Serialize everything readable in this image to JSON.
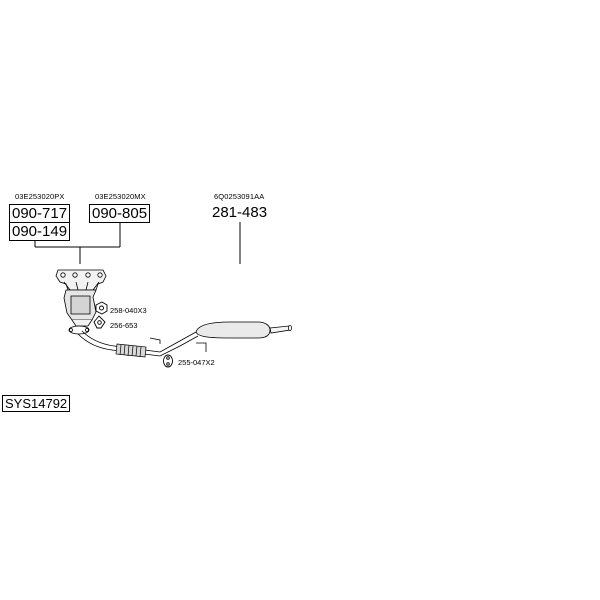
{
  "oem_codes": {
    "left": "03E253020PX",
    "middle": "03E253020MX",
    "right": "6Q0253091AA"
  },
  "parts": {
    "manifold_cat_1": "090-717",
    "manifold_cat_2": "090-149",
    "manifold_cat_3": "090-805",
    "pipe_silencer": "281-483"
  },
  "accessories": {
    "nut": "258-040X3",
    "gasket": "256-653",
    "hanger": "255-047X2"
  },
  "system_id": "SYS14792"
}
